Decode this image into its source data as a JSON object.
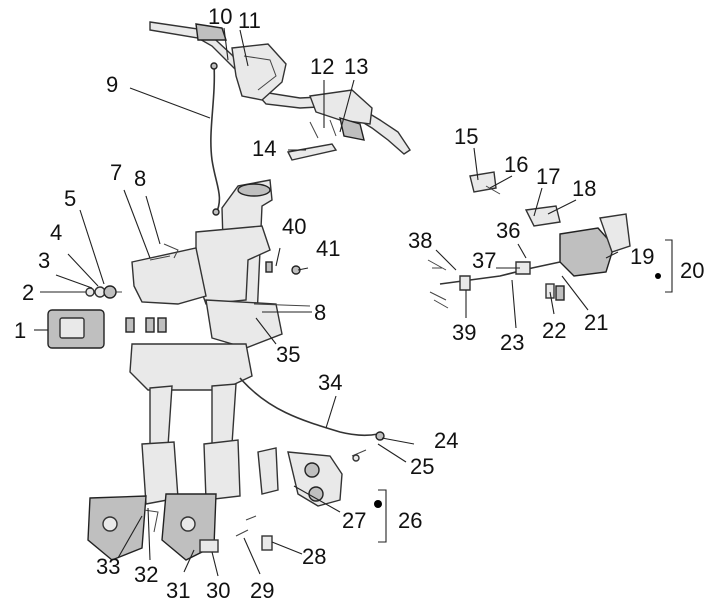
{
  "diagram": {
    "callouts": [
      {
        "id": "1",
        "text": "1"
      },
      {
        "id": "2",
        "text": "2"
      },
      {
        "id": "3",
        "text": "3"
      },
      {
        "id": "4",
        "text": "4"
      },
      {
        "id": "5",
        "text": "5"
      },
      {
        "id": "7",
        "text": "7"
      },
      {
        "id": "8a",
        "text": "8"
      },
      {
        "id": "8b",
        "text": "8"
      },
      {
        "id": "9",
        "text": "9"
      },
      {
        "id": "10",
        "text": "10"
      },
      {
        "id": "11",
        "text": "11"
      },
      {
        "id": "12",
        "text": "12"
      },
      {
        "id": "13",
        "text": "13"
      },
      {
        "id": "14",
        "text": "14"
      },
      {
        "id": "15",
        "text": "15"
      },
      {
        "id": "16",
        "text": "16"
      },
      {
        "id": "17",
        "text": "17"
      },
      {
        "id": "18",
        "text": "18"
      },
      {
        "id": "19",
        "text": "19"
      },
      {
        "id": "20",
        "text": "20"
      },
      {
        "id": "21",
        "text": "21"
      },
      {
        "id": "22",
        "text": "22"
      },
      {
        "id": "23",
        "text": "23"
      },
      {
        "id": "24",
        "text": "24"
      },
      {
        "id": "25",
        "text": "25"
      },
      {
        "id": "26",
        "text": "26"
      },
      {
        "id": "27",
        "text": "27"
      },
      {
        "id": "28",
        "text": "28"
      },
      {
        "id": "29",
        "text": "29"
      },
      {
        "id": "30",
        "text": "30"
      },
      {
        "id": "31",
        "text": "31"
      },
      {
        "id": "32",
        "text": "32"
      },
      {
        "id": "33",
        "text": "33"
      },
      {
        "id": "34",
        "text": "34"
      },
      {
        "id": "35",
        "text": "35"
      },
      {
        "id": "36",
        "text": "36"
      },
      {
        "id": "37",
        "text": "37"
      },
      {
        "id": "38",
        "text": "38"
      },
      {
        "id": "39",
        "text": "39"
      },
      {
        "id": "40",
        "text": "40"
      },
      {
        "id": "41",
        "text": "41"
      }
    ]
  }
}
